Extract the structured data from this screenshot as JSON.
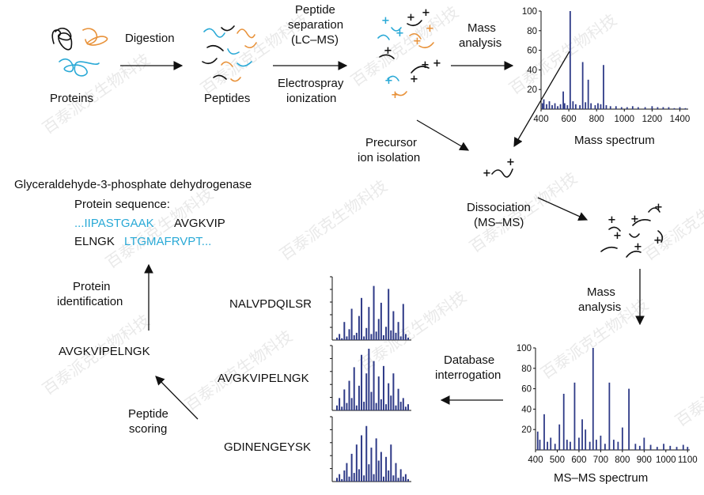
{
  "labels": {
    "proteins": "Proteins",
    "digestion": "Digestion",
    "peptides": "Peptides",
    "peptide_separation_1": "Peptide",
    "peptide_separation_2": "separation",
    "peptide_separation_3": "(LC–MS)",
    "electrospray_1": "Electrospray",
    "electrospray_2": "ionization",
    "mass_analysis_top_1": "Mass",
    "mass_analysis_top_2": "analysis",
    "mass_spectrum": "Mass spectrum",
    "precursor_1": "Precursor",
    "precursor_2": "ion isolation",
    "dissociation_1": "Dissociation",
    "dissociation_2": "(MS–MS)",
    "mass_analysis_right_1": "Mass",
    "mass_analysis_right_2": "analysis",
    "msms_spectrum": "MS–MS spectrum",
    "database_1": "Database",
    "database_2": "interrogation",
    "peptide_scoring_1": "Peptide",
    "peptide_scoring_2": "scoring",
    "protein_id_1": "Protein",
    "protein_id_2": "identification",
    "candidate_peptide": "AVGKVIPELNGK",
    "protein_name": "Glyceraldehyde-3-phosphate dehydrogenase",
    "protein_sequence_label": "Protein sequence:",
    "seq_part1": "...IIPASTGAAK",
    "seq_part2": "AVGKVIP",
    "seq_part3": "ELNGK",
    "seq_part4": "LTGMAFRVPT...",
    "cand1": "NALVPDQILSR",
    "cand2": "AVGKVIPELNGK",
    "cand3": "GDINENGEYSK"
  },
  "colors": {
    "bars": "#2e3a87",
    "cyan": "#29a9d6",
    "orange": "#e8923a",
    "text": "#111111"
  },
  "watermark": "百泰派克生物科技",
  "chart_data": [
    {
      "type": "bar",
      "title": "Mass spectrum",
      "x_ticks": [
        400,
        600,
        800,
        1000,
        1200,
        1400
      ],
      "y_ticks": [
        20,
        40,
        60,
        80,
        100
      ],
      "xlim": [
        400,
        1460
      ],
      "ylim": [
        0,
        100
      ],
      "x": [
        410,
        420,
        440,
        460,
        480,
        500,
        520,
        540,
        560,
        570,
        590,
        610,
        630,
        650,
        680,
        700,
        720,
        740,
        760,
        790,
        810,
        830,
        850,
        870,
        900,
        940,
        980,
        1020,
        1060,
        1100,
        1150,
        1200,
        1240,
        1280,
        1320,
        1360,
        1400,
        1440
      ],
      "values": [
        6,
        10,
        5,
        8,
        4,
        6,
        3,
        5,
        18,
        6,
        4,
        100,
        8,
        5,
        4,
        48,
        7,
        30,
        6,
        4,
        6,
        5,
        45,
        4,
        3,
        3,
        2,
        2,
        3,
        2,
        2,
        3,
        2,
        2,
        2,
        1,
        2,
        1
      ]
    },
    {
      "type": "bar",
      "title": "MS–MS spectrum",
      "x_ticks": [
        400,
        500,
        600,
        700,
        800,
        900,
        1000,
        1100
      ],
      "y_ticks": [
        20,
        40,
        60,
        80,
        100
      ],
      "xlim": [
        400,
        1110
      ],
      "ylim": [
        0,
        100
      ],
      "x": [
        410,
        420,
        440,
        455,
        470,
        490,
        510,
        530,
        545,
        560,
        580,
        600,
        615,
        630,
        650,
        665,
        680,
        700,
        720,
        740,
        760,
        780,
        800,
        830,
        860,
        880,
        900,
        930,
        960,
        990,
        1020,
        1050,
        1080,
        1100
      ],
      "values": [
        18,
        10,
        35,
        8,
        12,
        6,
        25,
        55,
        10,
        8,
        66,
        12,
        30,
        20,
        8,
        100,
        10,
        14,
        6,
        66,
        10,
        8,
        22,
        60,
        6,
        4,
        12,
        5,
        3,
        6,
        4,
        3,
        5,
        3
      ]
    },
    {
      "type": "bar",
      "title": "NALVPDQILSR",
      "values": [
        4,
        10,
        3,
        30,
        6,
        18,
        52,
        8,
        12,
        40,
        70,
        6,
        20,
        55,
        10,
        90,
        14,
        35,
        62,
        8,
        22,
        85,
        16,
        48,
        12,
        30,
        6,
        60,
        10,
        4
      ]
    },
    {
      "type": "bar",
      "title": "AVGKVIPELNGK",
      "values": [
        8,
        20,
        6,
        34,
        12,
        48,
        20,
        70,
        8,
        40,
        90,
        14,
        60,
        100,
        30,
        80,
        12,
        55,
        18,
        72,
        10,
        44,
        24,
        60,
        8,
        35,
        14,
        20,
        6,
        10
      ]
    },
    {
      "type": "bar",
      "title": "GDINENGEYSK",
      "values": [
        6,
        12,
        4,
        18,
        30,
        8,
        45,
        14,
        60,
        20,
        75,
        10,
        90,
        28,
        55,
        12,
        70,
        34,
        48,
        8,
        40,
        18,
        60,
        10,
        30,
        6,
        20,
        8,
        12,
        4
      ]
    }
  ]
}
